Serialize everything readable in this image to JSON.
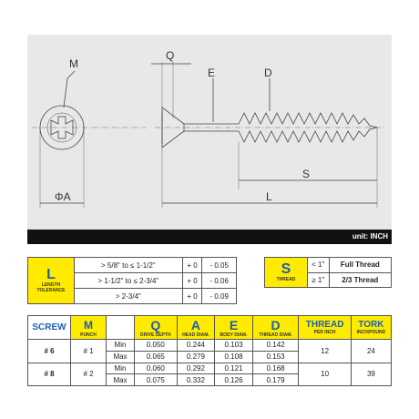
{
  "drawing": {
    "labels": {
      "M": "M",
      "Q": "Q",
      "E": "E",
      "D": "D",
      "S": "S",
      "L": "L",
      "phiA": "ΦA"
    },
    "unit_note": "unit: INCH"
  },
  "tolerance": {
    "symbol": "L",
    "caption_1": "LENGTH",
    "caption_2": "TOLERANCE",
    "rows": [
      {
        "range": "> 5/8\" to ≤ 1-1/2\"",
        "plus": "+ 0",
        "minus": "- 0.05"
      },
      {
        "range": "> 1-1/2\" to ≤ 2-3/4\"",
        "plus": "+ 0",
        "minus": "- 0.06"
      },
      {
        "range": "> 2-3/4\"",
        "plus": "+ 0",
        "minus": "- 0.09"
      }
    ]
  },
  "thread_table": {
    "symbol": "S",
    "caption": "THREAD",
    "rows": [
      {
        "cond": "< 1\"",
        "value": "Full Thread"
      },
      {
        "cond": "≥ 1\"",
        "value": "2/3 Thread"
      }
    ]
  },
  "spec": {
    "headers": {
      "screw": "SCREW",
      "m": "M",
      "m_sub": "PUNCH",
      "q": "Q",
      "q_sub": "DRIVE DEPTH",
      "a": "A",
      "a_sub": "HEAD DIAM.",
      "e": "E",
      "e_sub": "BODY DIAM.",
      "d": "D",
      "d_sub": "THREAD DIAM.",
      "thread": "THREAD",
      "thread_sub": "PER INCH",
      "tork": "TORK",
      "tork_sub": "INCH/POUND"
    },
    "rows": [
      {
        "screw": "# 6",
        "punch": "# 1",
        "min_label": "Min",
        "max_label": "Max",
        "q": [
          "0.050",
          "0.065"
        ],
        "a": [
          "0.244",
          "0.279"
        ],
        "e": [
          "0.103",
          "0.108"
        ],
        "d": [
          "0.142",
          "0.153"
        ],
        "thread": "12",
        "tork": "24"
      },
      {
        "screw": "# 8",
        "punch": "# 2",
        "min_label": "Min",
        "max_label": "Max",
        "q": [
          "0.060",
          "0.075"
        ],
        "a": [
          "0.292",
          "0.332"
        ],
        "e": [
          "0.121",
          "0.126"
        ],
        "d": [
          "0.168",
          "0.179"
        ],
        "thread": "10",
        "tork": "39"
      }
    ]
  },
  "colors": {
    "accent_yellow": "#ffeb00",
    "header_blue": "#1a5fb4",
    "drawing_bg": "#e8e8ea"
  }
}
